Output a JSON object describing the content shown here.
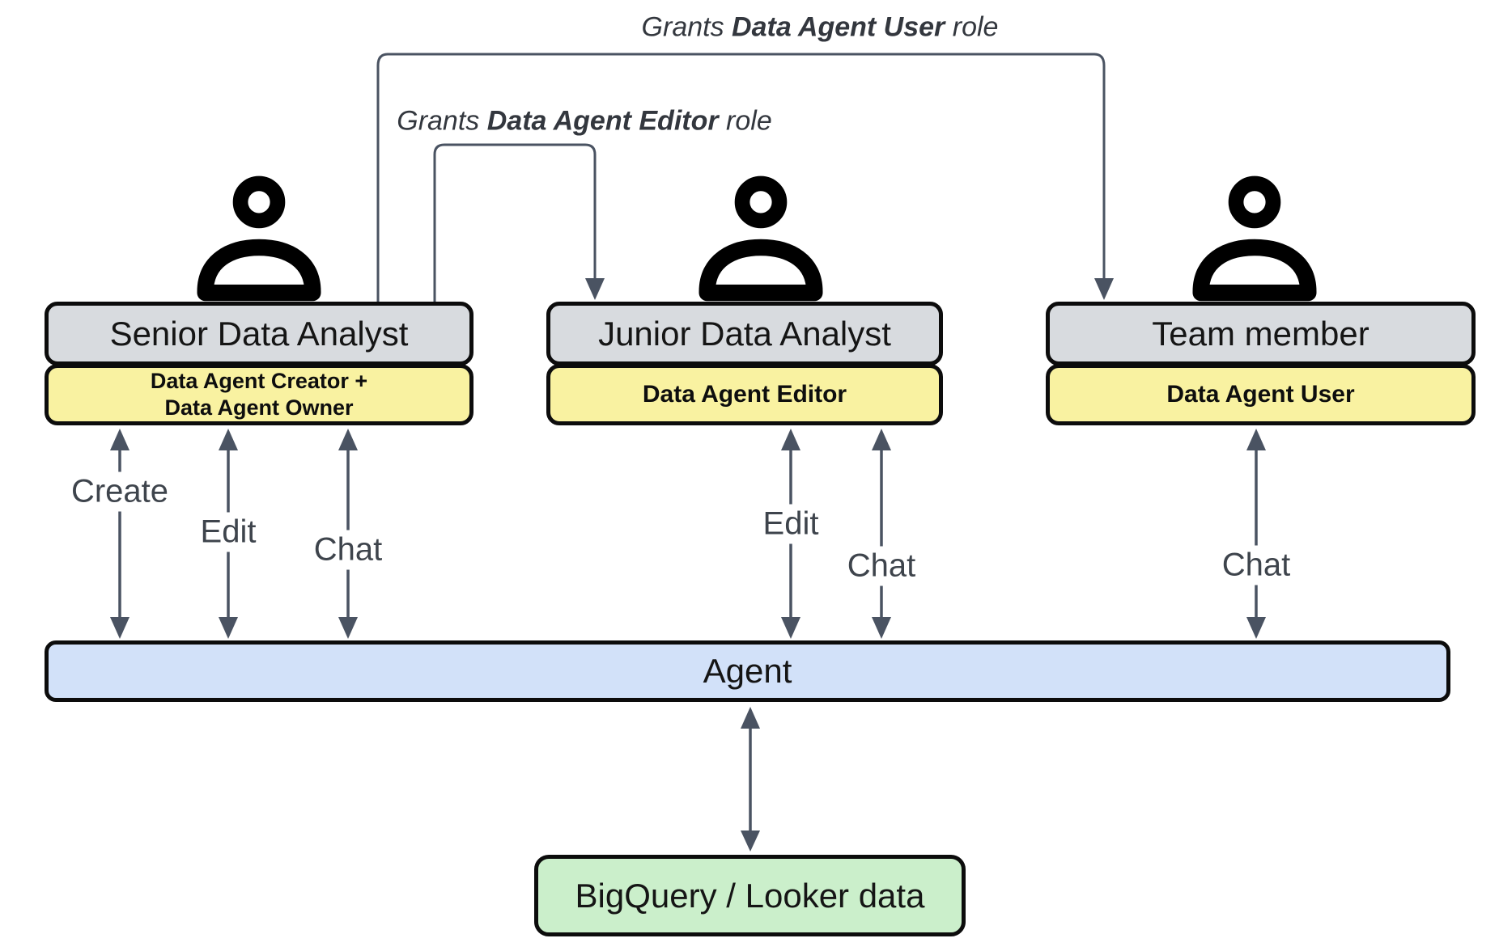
{
  "diagram": {
    "grant_user_label": {
      "prefix": "Grants ",
      "role": "Data Agent User",
      "suffix": " role"
    },
    "grant_editor_label": {
      "prefix": "Grants ",
      "role": "Data Agent Editor",
      "suffix": " role"
    },
    "actors": [
      {
        "title": "Senior Data Analyst",
        "role_lines": [
          "Data Agent Creator +",
          "Data Agent Owner"
        ],
        "actions": [
          "Create",
          "Edit",
          "Chat"
        ]
      },
      {
        "title": "Junior Data Analyst",
        "role_lines": [
          "Data Agent Editor"
        ],
        "actions": [
          "Edit",
          "Chat"
        ]
      },
      {
        "title": "Team member",
        "role_lines": [
          "Data Agent User"
        ],
        "actions": [
          "Chat"
        ]
      }
    ],
    "agent_label": "Agent",
    "datasource_label": "BigQuery / Looker data",
    "colors": {
      "actor_box_fill": "#d8dbdf",
      "role_box_fill": "#f9f2a1",
      "agent_bar_fill": "#d2e1f9",
      "datasource_fill": "#cbefcb",
      "connector": "#4a5362",
      "border": "#0c0c0c"
    }
  }
}
